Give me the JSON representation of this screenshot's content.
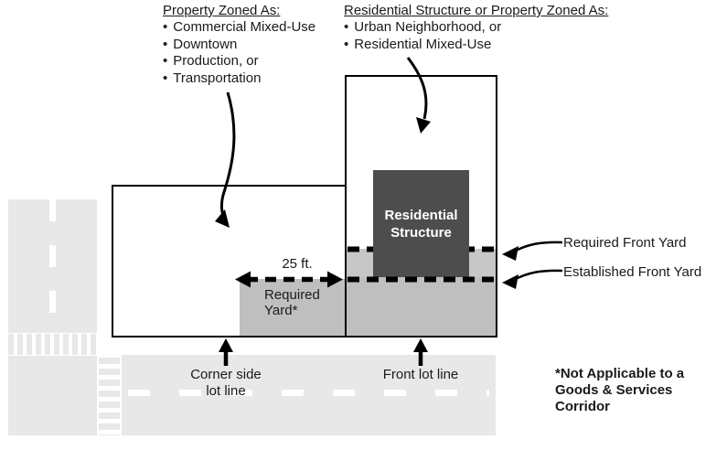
{
  "colors": {
    "road": "#e8e8e8",
    "yard": "#bfbfbf",
    "yard_band": "#c7c7c7",
    "structure_fill": "#4d4d4d",
    "line": "#000000"
  },
  "ui": {
    "bullet": "•"
  },
  "zoning_left": {
    "header": "Property Zoned As:",
    "items": [
      "Commercial Mixed-Use",
      "Downtown",
      "Production, or",
      "Transportation"
    ]
  },
  "zoning_right": {
    "header": "Residential Structure or Property Zoned As:",
    "items": [
      "Urban Neighborhood, or",
      "Residential Mixed-Use"
    ]
  },
  "diagram": {
    "structure_label": "Residential\nStructure",
    "dimension_label": "25 ft.",
    "required_yard_label": "Required\nYard*",
    "required_front_yard_label": "Required Front Yard",
    "established_front_yard_label": "Established Front Yard",
    "corner_side_label": "Corner side\nlot line",
    "front_lot_label": "Front lot line",
    "footnote": "*Not Applicable to a\nGoods & Services\nCorridor"
  }
}
